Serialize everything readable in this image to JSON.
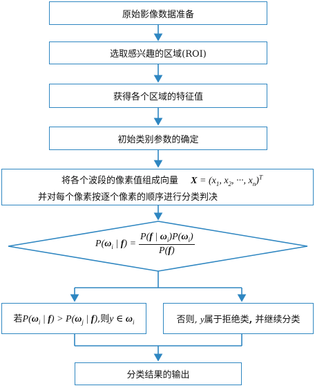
{
  "steps": {
    "s1": "原始影像数据准备",
    "s2": "选取感兴趣的区域(ROI)",
    "s3": "获得各个区域的特征值",
    "s4": "初始类别参数的确定",
    "s5_line1": "将各个波段的像素值组成向量",
    "s5_vector": "X = (x1, x2, ···, xn)T",
    "s5_line2": "并对每个像素按逐个像素的顺序进行分类判决",
    "decision": "P(ωi | f) = P(f | ωi)P(ωi) / P(f)",
    "left": "若P(ωi | f) > P(ωj | f),则y ∈ ωi",
    "right": "否则, y属于拒绝类, 并继续分类",
    "s_out": "分类结果的输出"
  },
  "colors": {
    "box_border": "#2e86c1",
    "arrow": "#2e86c1"
  }
}
